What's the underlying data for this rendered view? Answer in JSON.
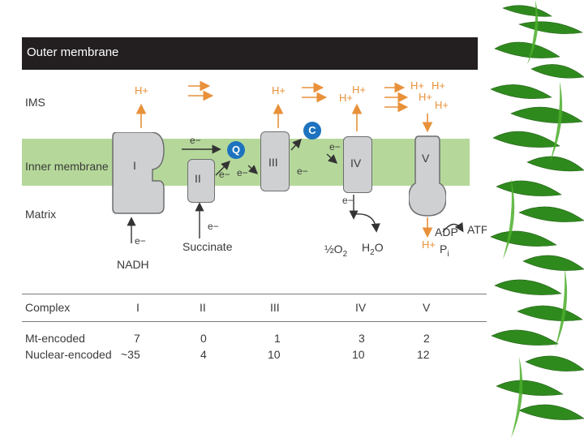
{
  "header": {
    "title": "Outer membrane"
  },
  "regions": {
    "ims": "IMS",
    "inner": "Inner membrane",
    "matrix": "Matrix"
  },
  "complexes": {
    "i": "I",
    "ii": "II",
    "iii": "III",
    "iv": "IV",
    "v": "V"
  },
  "carriers": {
    "q": "Q",
    "c": "C"
  },
  "labels": {
    "h_plus": "H+",
    "e_minus": "e−",
    "nadh": "NADH",
    "succinate": "Succinate",
    "half_o2": "½O",
    "o_sub": "2",
    "h2o_h": "H",
    "h2o_sub": "2",
    "h2o_o": "O",
    "adp": "ADP",
    "atp": "ATP",
    "pi_p": "P",
    "pi_sub": "i"
  },
  "table": {
    "header": [
      "Complex",
      "I",
      "II",
      "III",
      "IV",
      "V"
    ],
    "rows": [
      {
        "label": "Mt-encoded",
        "values": [
          "7",
          "0",
          "1",
          "3",
          "2"
        ]
      },
      {
        "label": "Nuclear-encoded",
        "values": [
          "~35",
          "4",
          "10",
          "10",
          "12"
        ]
      }
    ]
  },
  "colors": {
    "proton": "#e8913a",
    "membrane": "#b5d89a",
    "carrier": "#1e73be",
    "complex": "#cfd0d1",
    "header": "#231f20"
  }
}
